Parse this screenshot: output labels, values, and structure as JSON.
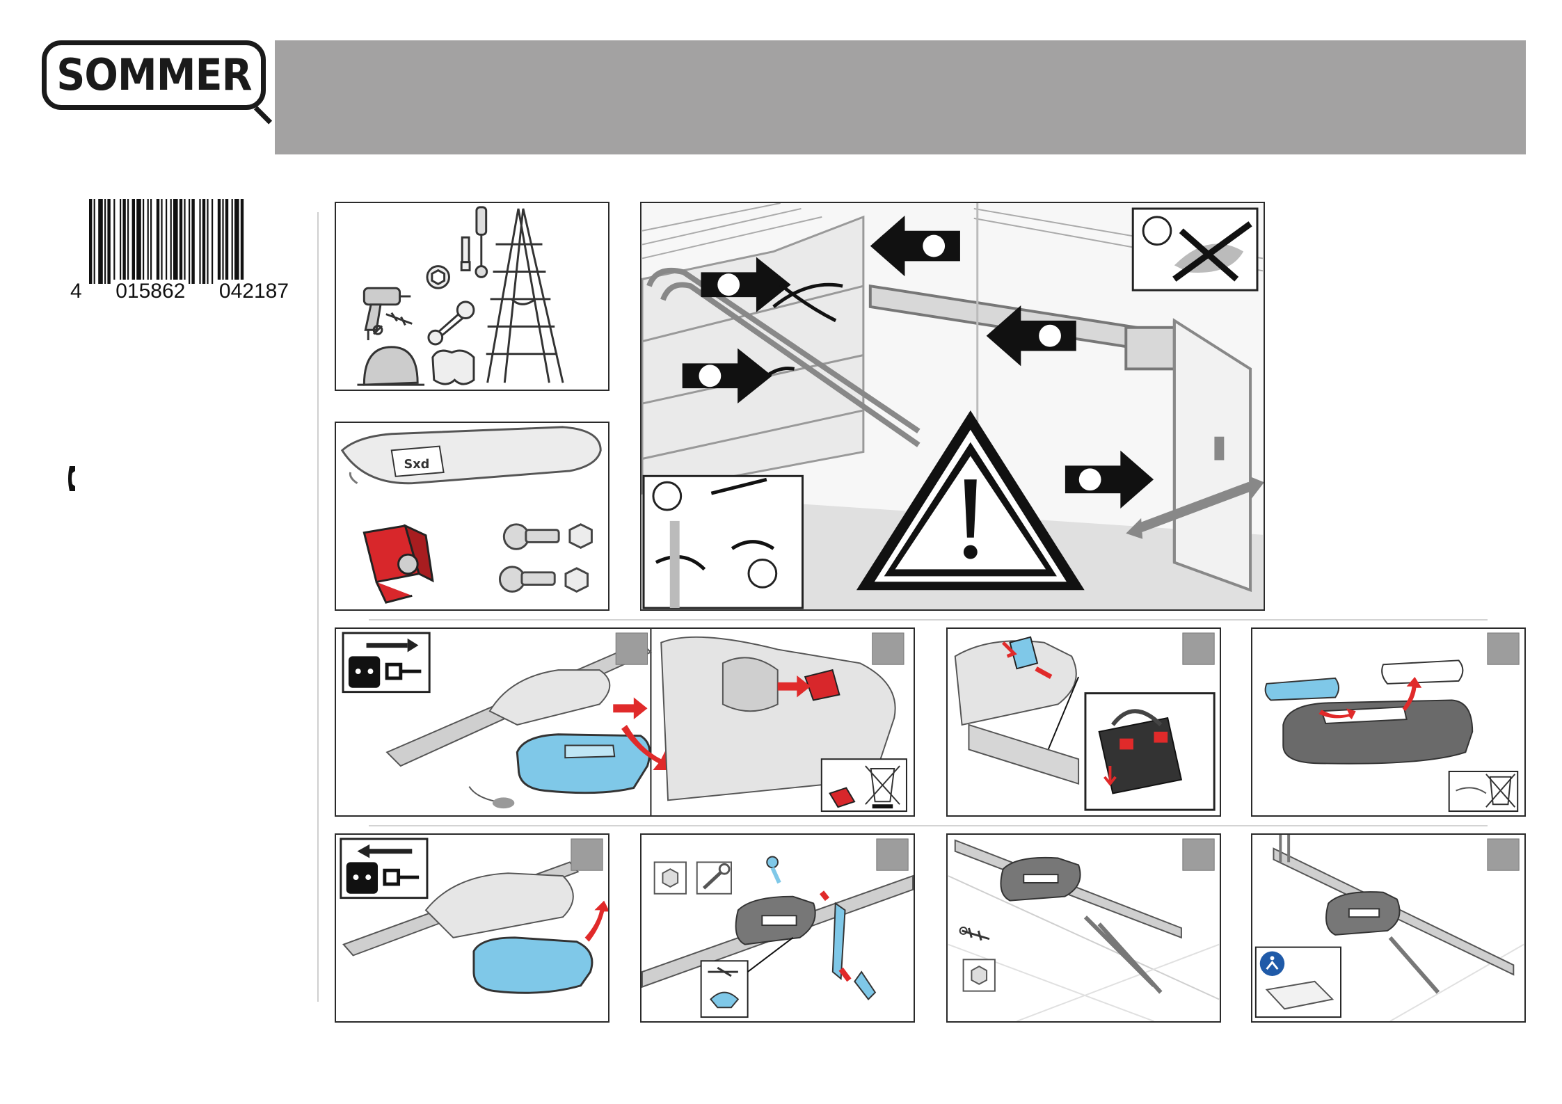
{
  "brand": {
    "logo_text": "SOMMER"
  },
  "barcode": {
    "digits_first": "4",
    "digits_group1": "015862",
    "digits_group2": "042187"
  },
  "icons": {
    "phone": "phone-icon",
    "warning": "warning-triangle-icon",
    "unplug": "power-plug-icon",
    "recycle": "crossed-bin-icon",
    "manual": "read-manual-icon"
  },
  "colors": {
    "header": "#a3a2a2",
    "accent_red": "#e02a2a",
    "accent_blue": "#7fc8e8",
    "dark": "#1a1a1a"
  }
}
